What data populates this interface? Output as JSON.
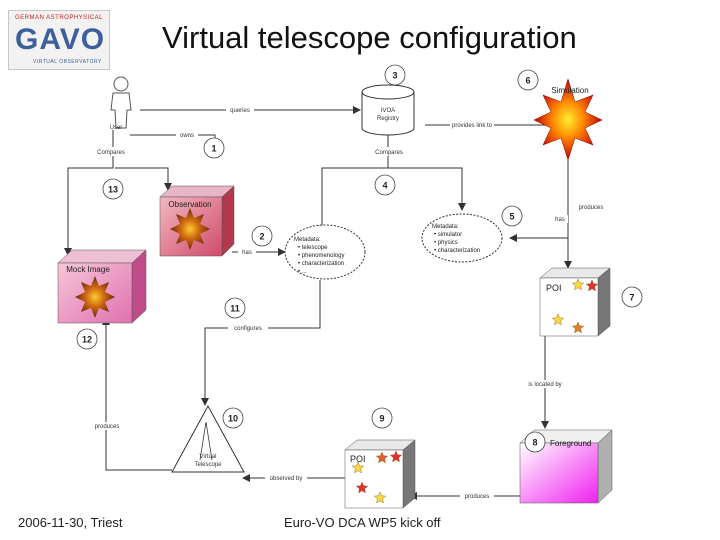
{
  "logo": {
    "top_text": "GERMAN ASTROPHYSICAL",
    "big_text": "GAVO",
    "bottom_text": "VIRTUAL OBSERVATORY"
  },
  "title": "Virtual telescope configuration",
  "footer": {
    "left": "2006-11-30, Triest",
    "center": "Euro-VO DCA WP5 kick off"
  },
  "nodes": {
    "user": "User",
    "registry_line1": "IVOA",
    "registry_line2": "Registry",
    "simulation": "Simulation",
    "observation": "Observation",
    "mock_image": "Mock Image",
    "poi_right": "POI",
    "poi_bottom": "POI",
    "foreground": "Foreground",
    "vt_line1": "Virtual",
    "vt_line2": "Telescope"
  },
  "metadata_left": {
    "title": "Metadata:",
    "items": [
      "telescope",
      "phenomenology",
      "characterization",
      "..."
    ]
  },
  "metadata_right": {
    "title": "Metadata:",
    "items": [
      "simulator",
      "physics",
      "characterization"
    ]
  },
  "edge_labels": {
    "queries": "queries",
    "owns": "owns",
    "provides_link_to": "provides link to",
    "compares_left": "Compares",
    "compares_mid": "Compares",
    "produces_right": "produces",
    "has_right": "has",
    "has_left": "has",
    "configures": "configures",
    "produces_left": "produces",
    "is_located_by": "is located by",
    "observed_by": "observed by",
    "produces_bottom": "produces"
  },
  "step_numbers": [
    "1",
    "2",
    "3",
    "4",
    "5",
    "6",
    "7",
    "8",
    "9",
    "10",
    "11",
    "12",
    "13"
  ]
}
